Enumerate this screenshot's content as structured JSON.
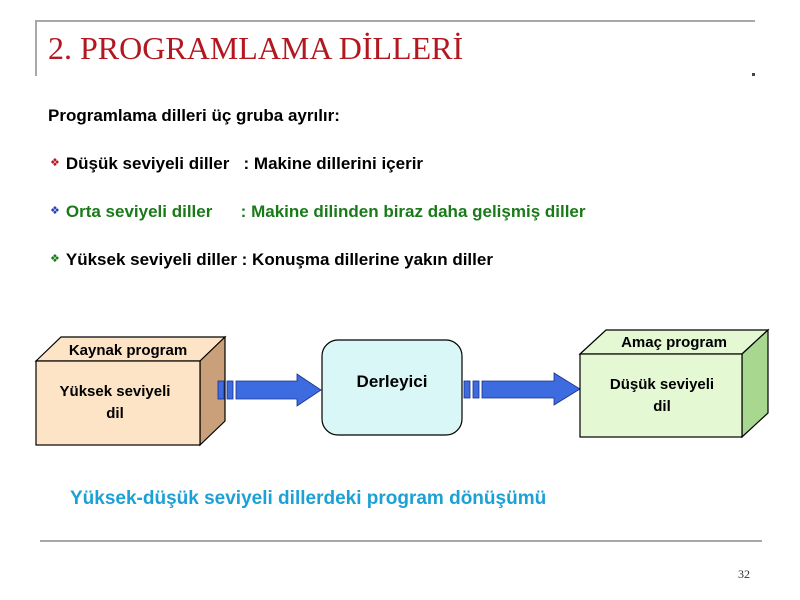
{
  "slide": {
    "title": "2. PROGRAMLAMA DİLLERİ",
    "intro": "Programlama dilleri üç gruba ayrılır:",
    "bullets": [
      {
        "term": "Düşük seviyeli diller",
        "separator": "   : ",
        "desc": "Makine dillerini içerir"
      },
      {
        "term": "Orta seviyeli diller",
        "separator": "      : ",
        "desc": "Makine dilinden biraz daha gelişmiş diller"
      },
      {
        "term": "Yüksek seviyeli diller",
        "separator": " : ",
        "desc": "Konuşma dillerine yakın diller"
      }
    ],
    "bullet_glyph": "❖",
    "page_number": "32"
  },
  "diagram": {
    "source": {
      "top_label": "Kaynak program",
      "line1": "Yüksek seviyeli",
      "line2": "dil"
    },
    "compiler": {
      "label": "Derleyici"
    },
    "target": {
      "top_label": "Amaç program",
      "line1": "Düşük seviyeli",
      "line2": "dil"
    },
    "caption": "Yüksek-düşük seviyeli dillerdeki program dönüşümü"
  },
  "colors": {
    "title": "#b3171f",
    "green_text": "#1a7a1a",
    "caption": "#1ba1d6",
    "source_box": "#fde4c6",
    "source_side": "#c9a07a",
    "compiler_box": "#d9f7f7",
    "target_box": "#e4f8d4",
    "target_side": "#a8d890",
    "arrow": "#3d6be0"
  }
}
